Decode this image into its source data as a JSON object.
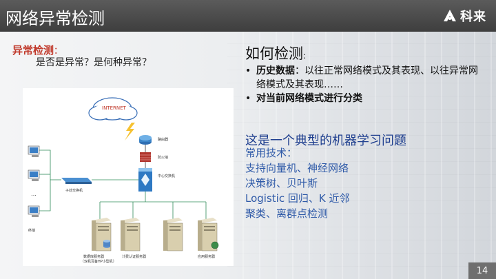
{
  "header": {
    "title": "网络异常检测",
    "logo_text": "科来"
  },
  "left": {
    "heading": "异常检测",
    "heading_colon": "：",
    "question": "是否是异常？是何种异常？"
  },
  "diagram": {
    "cloud_label": "INTERNET",
    "router_label": "路由器",
    "firewall_label": "防火墙",
    "core_switch_label": "中心交换机",
    "sub_switch_label": "子处交换机",
    "terminals_label": "终端",
    "ellipsis": "…",
    "db_server_label": "数据库服务器",
    "db_server_sublabel": "（双机互备HP小型机）",
    "auth_server_label": "计费认证服务器",
    "app_server_label": "应用服务器"
  },
  "right": {
    "title": "如何检测",
    "title_colon": ":",
    "bullets": [
      {
        "strong": "历史数据",
        "text": "：以往正常网络模式及其表现、以往异常网络模式及其表现……"
      },
      {
        "strong": "对当前网络模式进行分类",
        "text": ""
      }
    ],
    "ml_title": "这是一个典型的机器学习问题",
    "tech_lines": [
      "常用技术：",
      "支持向量机、神经网络",
      "决策树、贝叶斯",
      "Logistic 回归、K 近邻",
      "聚类、离群点检测"
    ]
  },
  "page_number": "14",
  "colors": {
    "title_bar": "#4a4a4a",
    "heading_red": "#c0392b",
    "tech_blue": "#2f5aa8"
  }
}
